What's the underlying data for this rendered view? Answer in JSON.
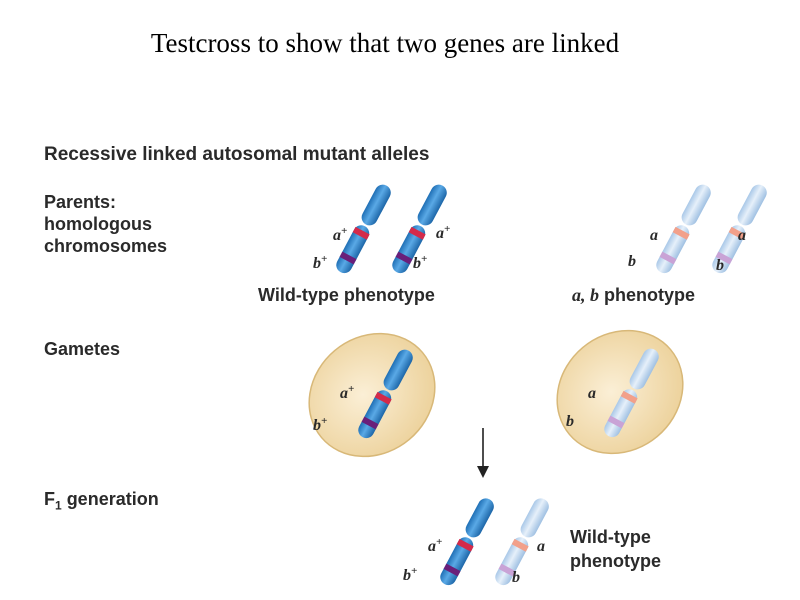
{
  "title": "Testcross to show that two genes are linked",
  "header": "Recessive linked autosomal mutant alleles",
  "parents_label": [
    "Parents:",
    "homologous",
    "chromosomes"
  ],
  "gametes_label": "Gametes",
  "f1_label": {
    "prefix": "F",
    "subscript": "1",
    "suffix": " generation"
  },
  "phenotypes": {
    "wild_type": "Wild-type phenotype",
    "mutant_prefix": "a, b",
    "mutant_suffix": " phenotype",
    "f1_line1": "Wild-type",
    "f1_line2": "phenotype"
  },
  "alleles": {
    "a_plus": "a",
    "b_plus": "b",
    "plus": "+",
    "a": "a",
    "b": "b"
  },
  "colors": {
    "wild_chromosome": "#3a8fd1",
    "mutant_chromosome": "#c6dcf2",
    "band_a_plus": "#d42a4a",
    "band_b_plus": "#6a1f7a",
    "band_a": "#f2a08a",
    "band_b": "#c9a3d6",
    "gamete_cell": "#f3e1b8"
  }
}
